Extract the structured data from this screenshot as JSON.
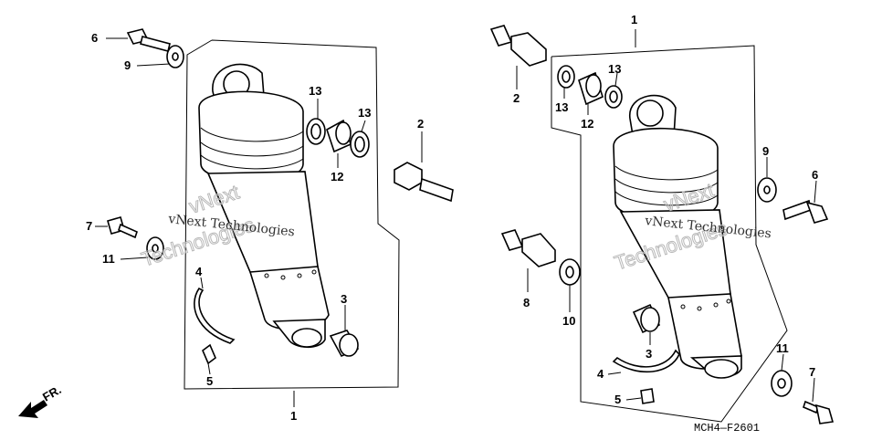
{
  "watermark": {
    "company_line": "vNext Technologies",
    "stamp_top": "vNext",
    "stamp_bottom": "Technologies"
  },
  "diagram_code": "MCH4—F2601",
  "direction_label": "FR.",
  "left_assembly": {
    "assembly_label": "1",
    "labels": {
      "bolt": "6",
      "washer_top": "9",
      "bolt_small": "7",
      "washer_small": "11",
      "collar_a": "13",
      "bearing": "12",
      "collar_b": "13",
      "stud": "2",
      "clip": "4",
      "tag": "5",
      "bushing": "3"
    }
  },
  "right_assembly": {
    "assembly_label": "1",
    "labels": {
      "stud": "2",
      "collar_a": "13",
      "bearing": "12",
      "collar_b": "13",
      "washer_top": "9",
      "bolt": "6",
      "stud_lower": "8",
      "washer_lower": "10",
      "bushing": "3",
      "clip": "4",
      "tag": "5",
      "washer_small": "11",
      "bolt_small": "7"
    }
  }
}
